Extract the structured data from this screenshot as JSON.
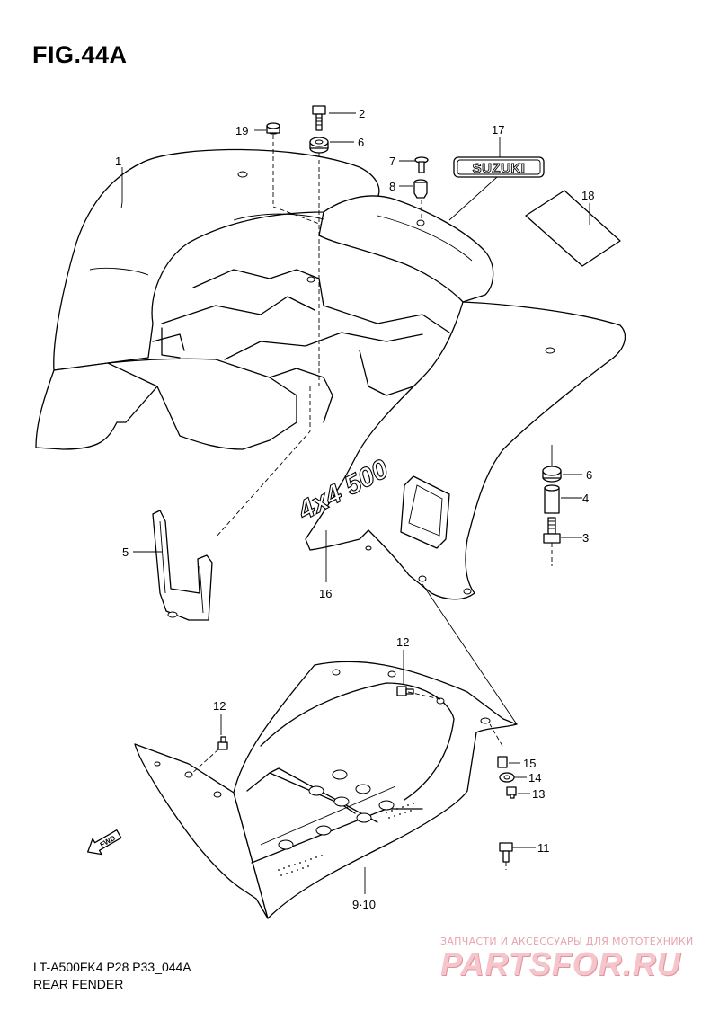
{
  "figure": {
    "title": "FIG.44A",
    "model_code": "LT-A500FK4 P28 P33_044A",
    "section_name": "REAR FENDER"
  },
  "emblem": {
    "brand_text": "SUZUKI",
    "decal_text": "4x4 500",
    "fwd_text": "FWD"
  },
  "callouts": [
    {
      "id": "c1",
      "label": "1"
    },
    {
      "id": "c2",
      "label": "2"
    },
    {
      "id": "c19",
      "label": "19"
    },
    {
      "id": "c6a",
      "label": "6"
    },
    {
      "id": "c17",
      "label": "17"
    },
    {
      "id": "c7",
      "label": "7"
    },
    {
      "id": "c8",
      "label": "8"
    },
    {
      "id": "c18",
      "label": "18"
    },
    {
      "id": "c6b",
      "label": "6"
    },
    {
      "id": "c4",
      "label": "4"
    },
    {
      "id": "c3",
      "label": "3"
    },
    {
      "id": "c5",
      "label": "5"
    },
    {
      "id": "c16",
      "label": "16"
    },
    {
      "id": "c12a",
      "label": "12"
    },
    {
      "id": "c12b",
      "label": "12"
    },
    {
      "id": "c15",
      "label": "15"
    },
    {
      "id": "c14",
      "label": "14"
    },
    {
      "id": "c13",
      "label": "13"
    },
    {
      "id": "c11",
      "label": "11"
    },
    {
      "id": "c910",
      "label": "9·10"
    }
  ],
  "watermark": {
    "tagline": "ЗАПЧАСТИ И АКСЕССУАРЫ ДЛЯ МОТОТЕХНИКИ",
    "logo": "PARTSFOR.RU"
  }
}
